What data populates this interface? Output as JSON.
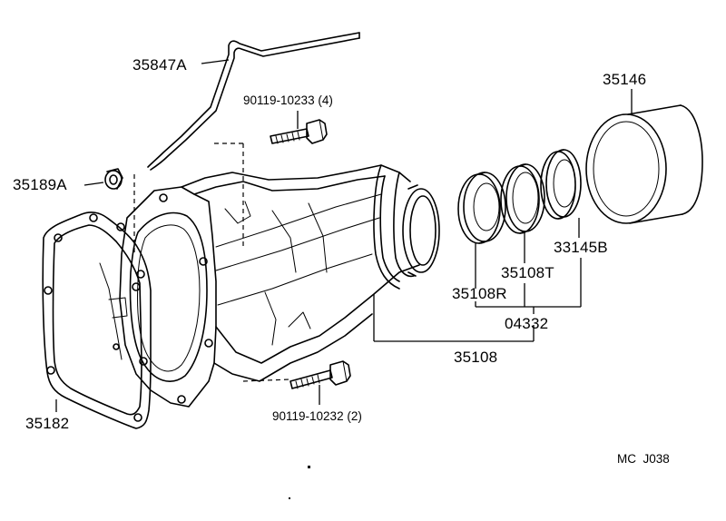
{
  "diagram": {
    "parts": {
      "breather_tube": "35847A",
      "plug": "35189A",
      "gasket": "35182",
      "bolt_upper": "90119-10233 (4)",
      "bolt_lower": "90119-10232 (2)",
      "dust_sleeve": "35146",
      "seal_outer": "33145B",
      "seal_middle": "35108T",
      "seal_inner": "35108R",
      "seal_kit": "04332",
      "extension_housing": "35108"
    },
    "figure_code": "MC  J038"
  }
}
